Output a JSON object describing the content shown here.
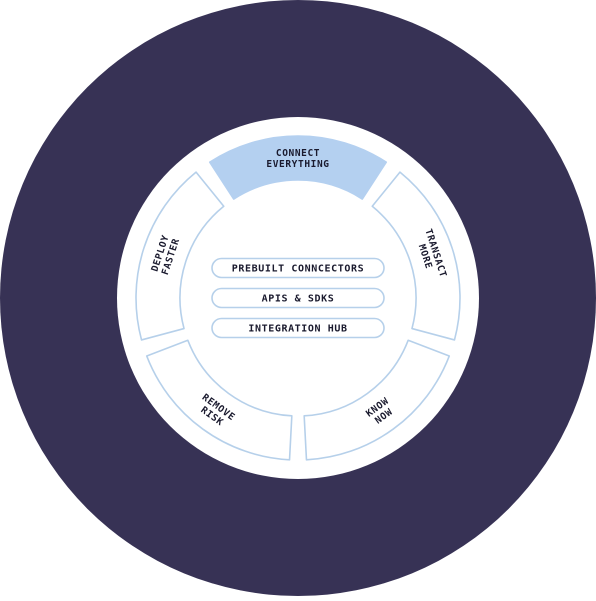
{
  "colors": {
    "outer_ring": "#373255",
    "inner_disc": "#ffffff",
    "segment_stroke": "#b6d0ea",
    "segment_fill": "#ffffff",
    "active_fill": "#b4d0f0",
    "text": "#1a1a2e"
  },
  "segments": [
    {
      "id": "connect",
      "lines": [
        "CONNECT",
        "EVERYTHING"
      ],
      "active": true
    },
    {
      "id": "transact",
      "lines": [
        "TRANSACT",
        "MORE"
      ],
      "active": false
    },
    {
      "id": "know",
      "lines": [
        "KNOW",
        "NOW"
      ],
      "active": false
    },
    {
      "id": "remove",
      "lines": [
        "REMOVE",
        "RISK"
      ],
      "active": false
    },
    {
      "id": "deploy",
      "lines": [
        "DEPLOY",
        "FASTER"
      ],
      "active": false
    }
  ],
  "hub": [
    {
      "id": "prebuilt",
      "label": "PREBUILT CONNCECTORS"
    },
    {
      "id": "apis",
      "label": "APIS & SDKS"
    },
    {
      "id": "integration",
      "label": "INTEGRATION HUB"
    }
  ]
}
